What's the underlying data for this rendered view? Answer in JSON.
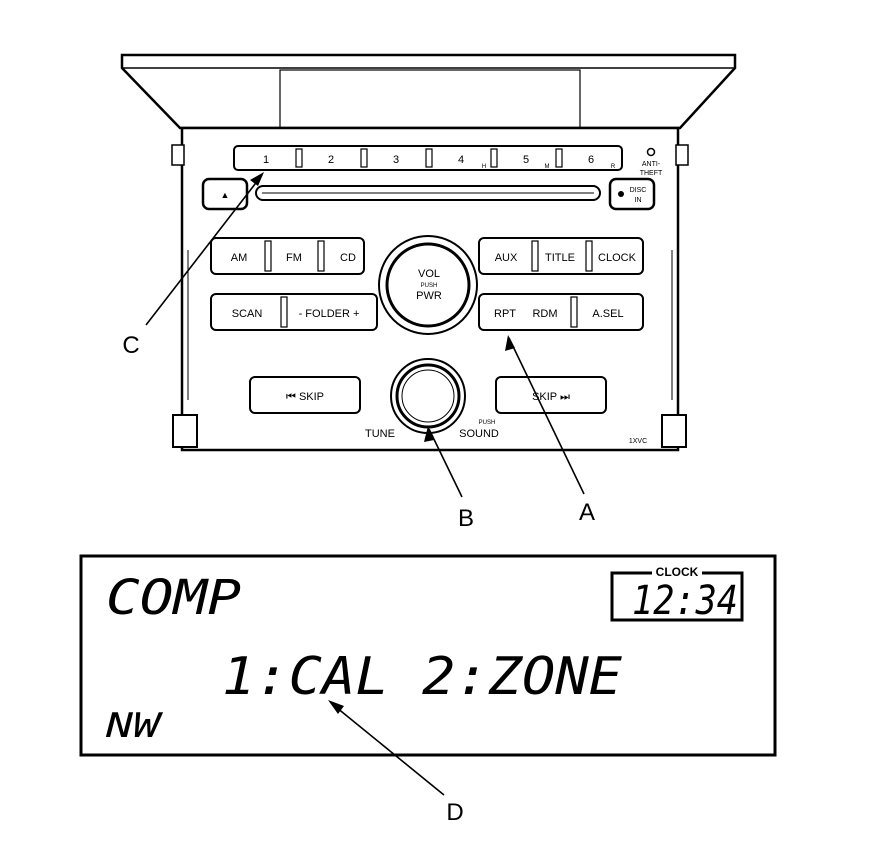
{
  "radio": {
    "presets": [
      "1",
      "2",
      "3",
      "4",
      "5",
      "6"
    ],
    "preset_marks": {
      "h": "H",
      "m": "M",
      "r": "R"
    },
    "anti_theft": [
      "ANTI-",
      "THEFT"
    ],
    "eject_symbol": "▲",
    "disc_in": [
      "DISC",
      "IN"
    ],
    "left_row1": [
      "AM",
      "FM",
      "CD"
    ],
    "left_row2": [
      "SCAN",
      "- FOLDER +"
    ],
    "right_row1": [
      "AUX",
      "TITLE",
      "CLOCK"
    ],
    "right_row2": [
      "RPT",
      "RDM",
      "A.SEL"
    ],
    "vol_knob": {
      "top": "VOL",
      "mid": "PUSH",
      "bottom": "PWR"
    },
    "skip_left": "⏮ SKIP",
    "skip_right": "SKIP ⏭",
    "tune": "TUNE",
    "push_small": "PUSH",
    "sound": "SOUND",
    "model": "1XVC"
  },
  "display": {
    "mode": "COMP",
    "clock_label": "CLOCK",
    "clock_time": "12:34",
    "message": "1:CAL 2:ZONE",
    "direction": "NW"
  },
  "callouts": {
    "a": "A",
    "b": "B",
    "c": "C",
    "d": "D"
  }
}
